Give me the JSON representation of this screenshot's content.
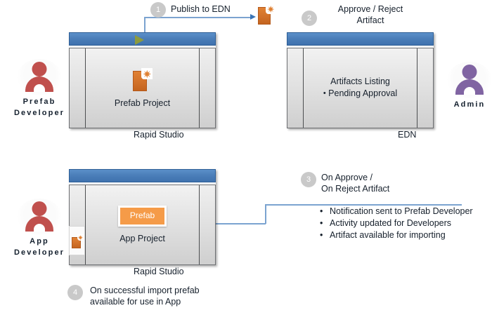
{
  "diagram": {
    "title": "Prefab publish and import workflow",
    "colors": {
      "accent_blue": "#4a7db8",
      "connector_blue": "#7ba3d0",
      "artifact_orange": "#d2722a",
      "prefab_chip_orange": "#f59b48",
      "badge_gray": "#c9c9c9",
      "prefab_developer": "#c0504d",
      "app_developer": "#c0504d",
      "admin": "#8064a2",
      "play_triangle_green": "#8d9b3e"
    }
  },
  "actors": {
    "prefab_developer": {
      "label": "Prefab\nDeveloper",
      "line1": "Prefab",
      "line2": "Developer",
      "color": "#c0504d"
    },
    "app_developer": {
      "label": "App\nDeveloper",
      "line1": "App",
      "line2": "Developer",
      "color": "#c0504d"
    },
    "admin": {
      "label": "Admin",
      "line1": "Admin",
      "line2": "",
      "color": "#8064a2"
    }
  },
  "windows": {
    "prefab_studio": {
      "caption": "Rapid Studio",
      "project_label": "Prefab Project",
      "icon": "artifact-icon"
    },
    "edn": {
      "caption": "EDN",
      "listing_title": "Artifacts Listing",
      "listing_items": [
        "Pending Approval"
      ]
    },
    "app_studio": {
      "caption": "Rapid Studio",
      "project_label": "App Project",
      "chip_label": "Prefab",
      "tray_icon": "imported-artifact-icon"
    }
  },
  "steps": [
    {
      "number": "1",
      "text": "Publish to EDN"
    },
    {
      "number": "2",
      "text": "Approve / Reject\nArtifact"
    },
    {
      "number": "3",
      "text": "On Approve /\nOn Reject Artifact"
    },
    {
      "number": "4",
      "text": "On successful import prefab\navailable for use in App"
    }
  ],
  "outcome_bullets": [
    "Notification sent to Prefab Developer",
    "Activity updated for Developers",
    "Artifact available for importing"
  ],
  "bullet_glyph": "•"
}
